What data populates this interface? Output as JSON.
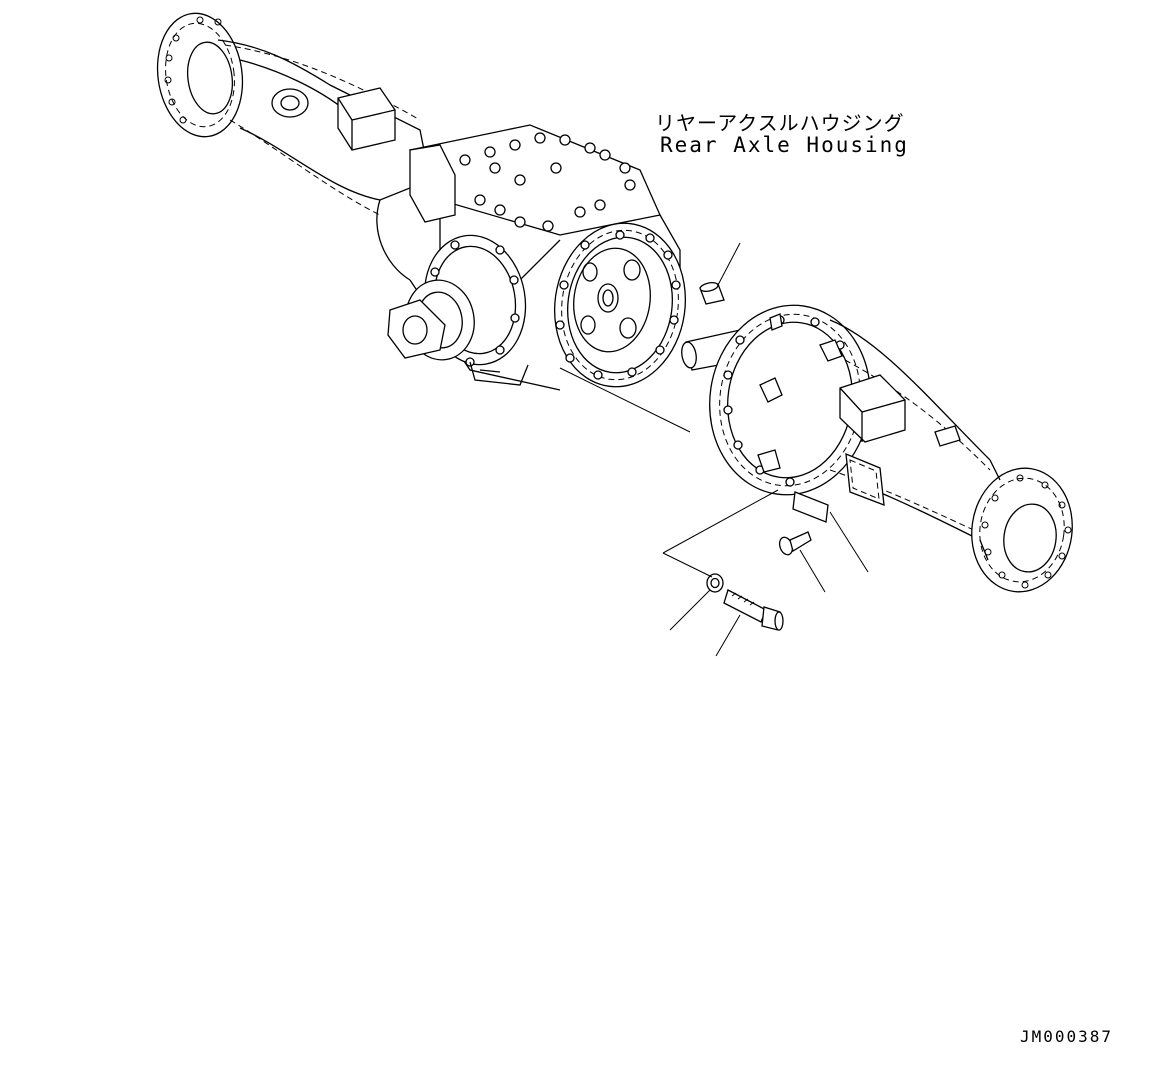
{
  "title": {
    "japanese": "リヤーアクスルハウジング",
    "english": "Rear Axle Housing"
  },
  "drawing_code": "JM000387"
}
